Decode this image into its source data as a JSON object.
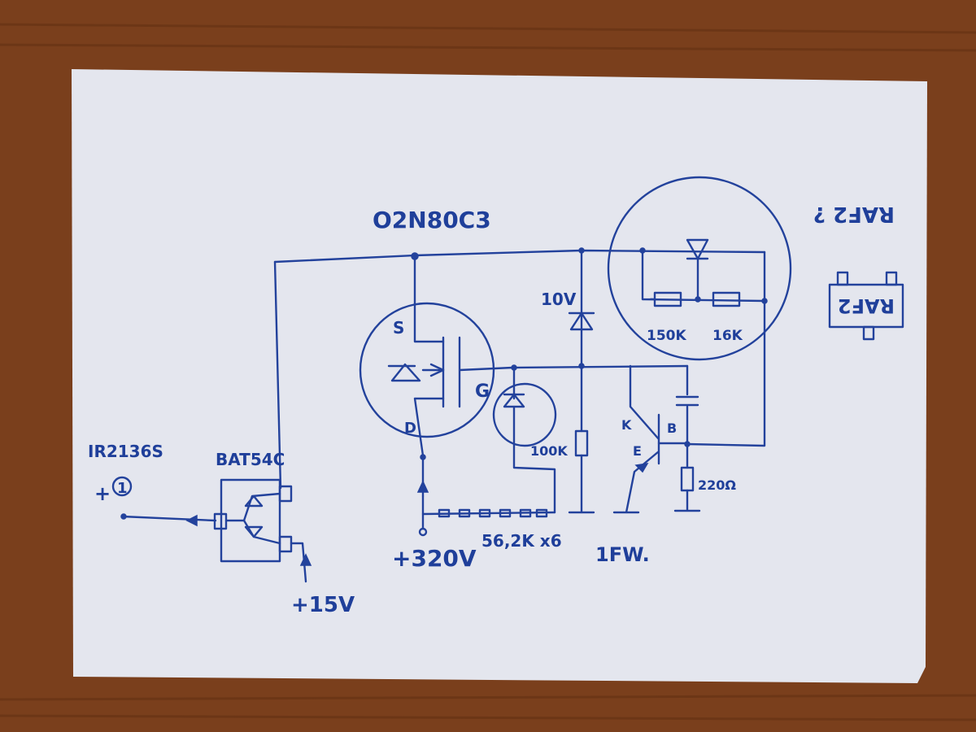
{
  "colors": {
    "table": "#7a3f1c",
    "paper": "#e4e6ee",
    "ink": "#23429c"
  },
  "labels": {
    "mosfet_part": "O2N80C3",
    "driver_ic": "IR2136S",
    "driver_pin": "1",
    "diode_part": "BAT54C",
    "supply_hv": "+320V",
    "supply_lv": "+15V",
    "resistor_chain": "56,2K x6",
    "power_rating": "1FW.",
    "zener_voltage": "10V",
    "res_100k": "100K",
    "res_150k": "150K",
    "res_16k": "16K",
    "res_220": "220Ω",
    "source": "S",
    "drain": "D",
    "gate": "G",
    "collector": "K",
    "emitter": "E",
    "base": "B",
    "flipped_note": "RAF2 ?",
    "package_marking": "RAF2"
  }
}
